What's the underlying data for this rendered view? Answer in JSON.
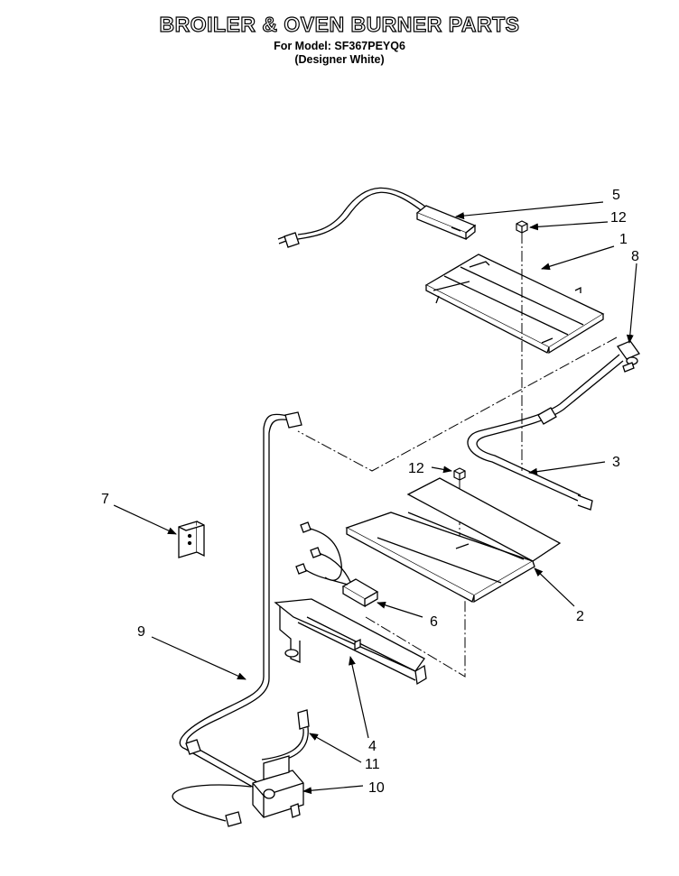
{
  "header": {
    "title": "BROILER & OVEN BURNER PARTS",
    "model_line": "For Model: SF367PEYQ6",
    "finish_line": "(Designer White)"
  },
  "callouts": [
    {
      "id": "c5",
      "label": "5"
    },
    {
      "id": "c12a",
      "label": "12"
    },
    {
      "id": "c1",
      "label": "1"
    },
    {
      "id": "c8",
      "label": "8"
    },
    {
      "id": "c3",
      "label": "3"
    },
    {
      "id": "c12b",
      "label": "12"
    },
    {
      "id": "c7",
      "label": "7"
    },
    {
      "id": "c2",
      "label": "2"
    },
    {
      "id": "c6",
      "label": "6"
    },
    {
      "id": "c9",
      "label": "9"
    },
    {
      "id": "c4",
      "label": "4"
    },
    {
      "id": "c11",
      "label": "11"
    },
    {
      "id": "c10",
      "label": "10"
    }
  ]
}
